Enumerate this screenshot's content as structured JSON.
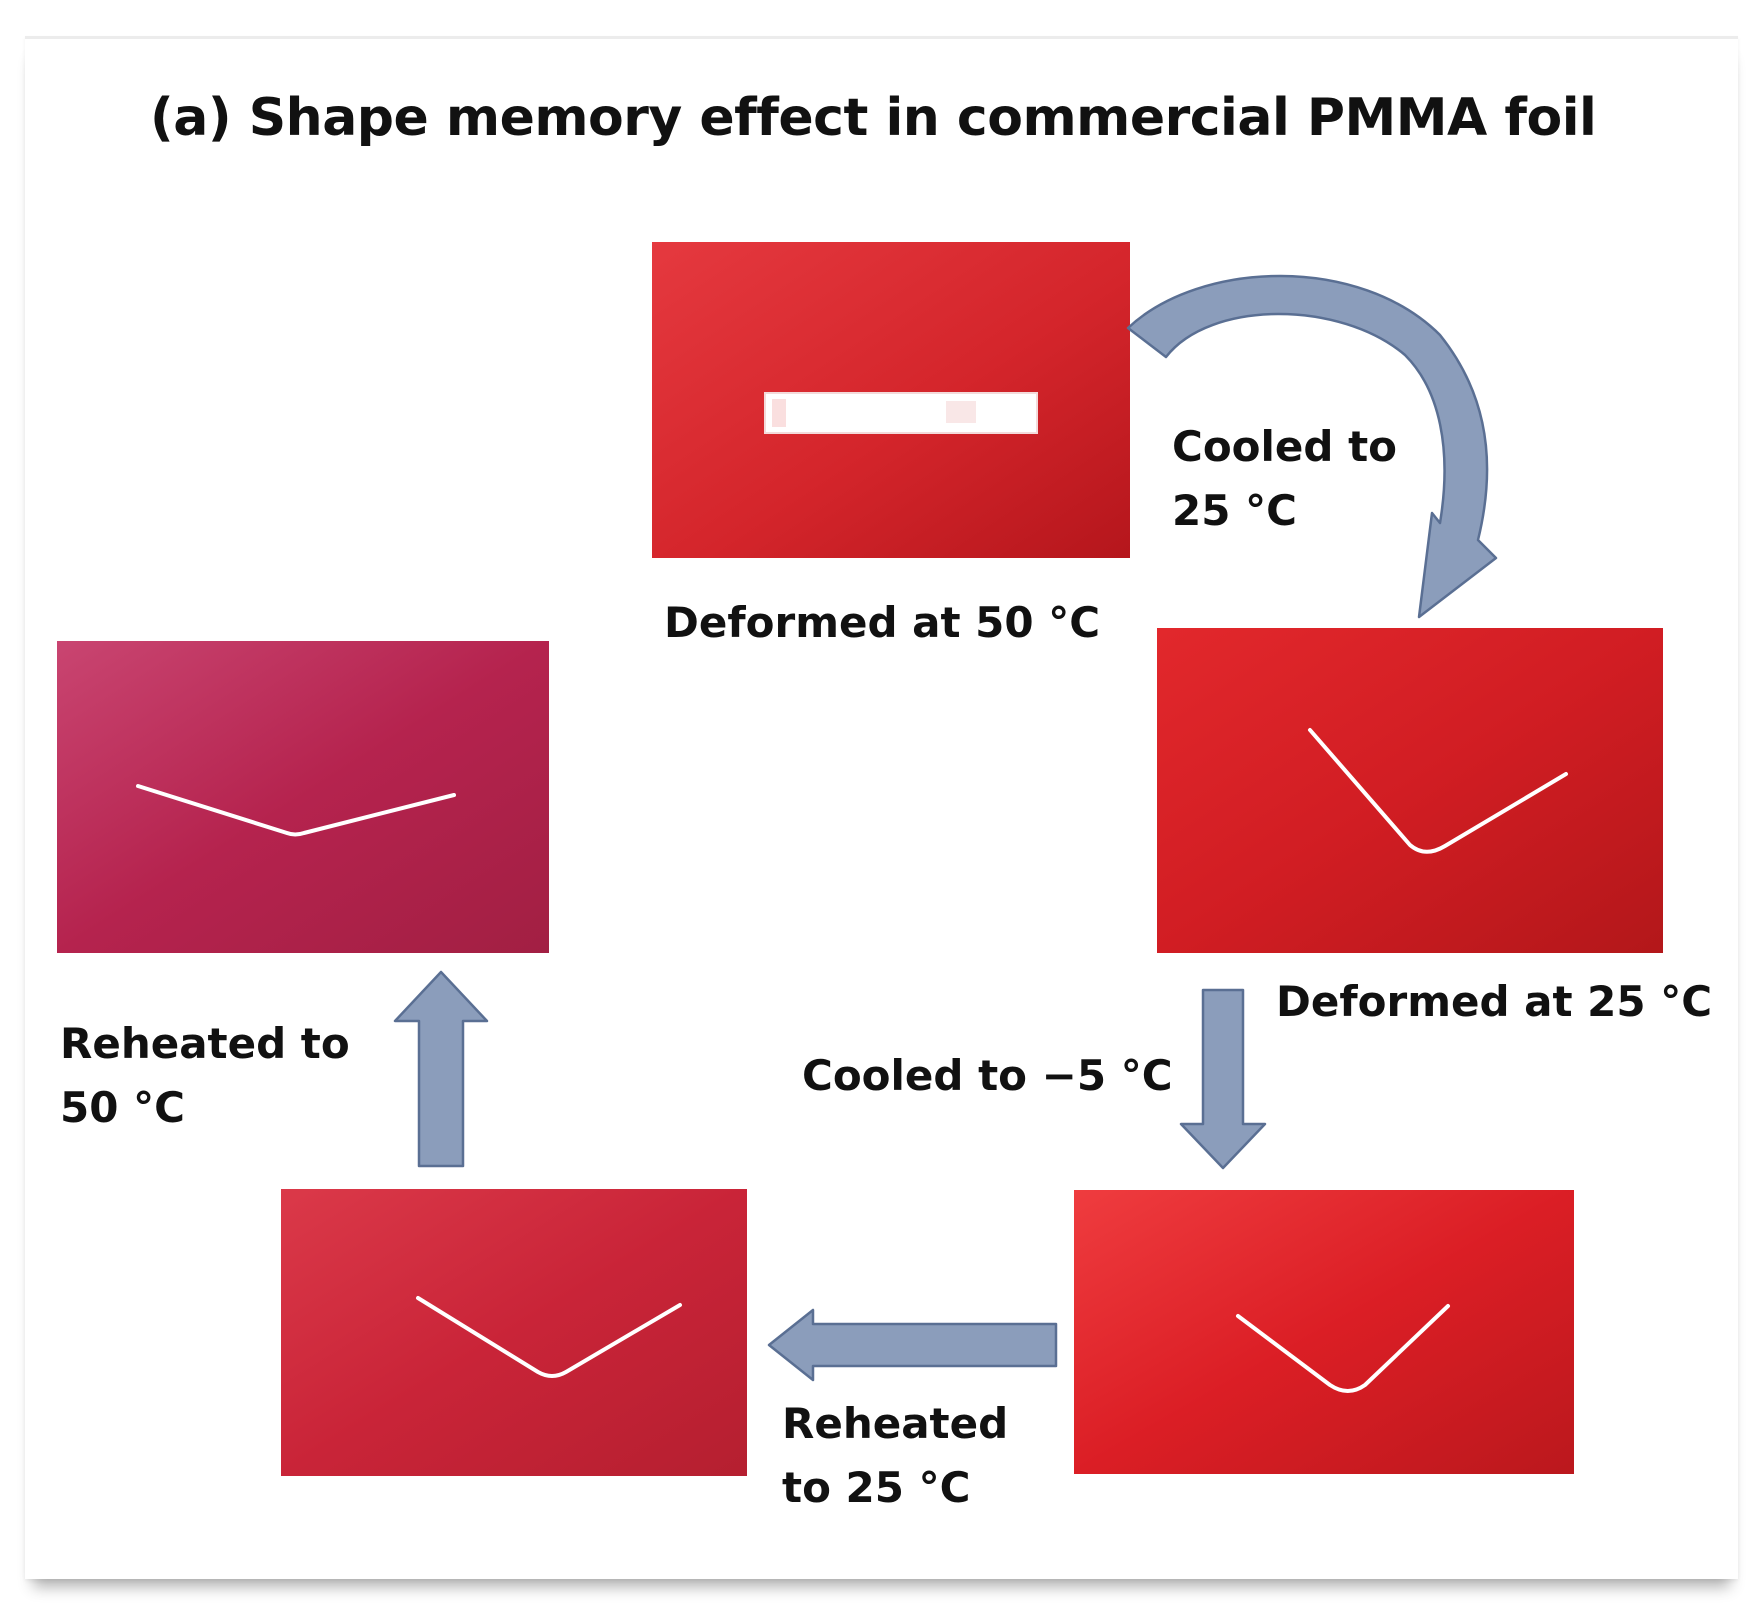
{
  "title": "(a) Shape memory effect in commercial PMMA foil",
  "colors": {
    "arrow_fill": "#8b9dbb",
    "arrow_stroke": "#5a6f93",
    "sample_red": "#d91f28",
    "sample_magenta": "#b8264f",
    "sample_crimson": "#cf2a3e"
  },
  "samples": [
    {
      "id": "top",
      "caption": "Deformed at 50 °C",
      "shape": "flat strip"
    },
    {
      "id": "right",
      "caption": "Deformed at 25 °C",
      "shape": "V bend"
    },
    {
      "id": "bottom-right",
      "caption": "",
      "shape": "V bend"
    },
    {
      "id": "bottom-left",
      "caption": "",
      "shape": "V bend"
    },
    {
      "id": "left",
      "caption": "",
      "shape": "shallow V bend"
    }
  ],
  "steps": {
    "cool_25": {
      "line1": "Cooled to",
      "line2": "25 °C"
    },
    "cool_minus5": {
      "line1": "Cooled to −5 °C"
    },
    "reheat_25": {
      "line1": "Reheated",
      "line2": "to 25 °C"
    },
    "reheat_50": {
      "line1": "Reheated to",
      "line2": "50 °C"
    }
  }
}
